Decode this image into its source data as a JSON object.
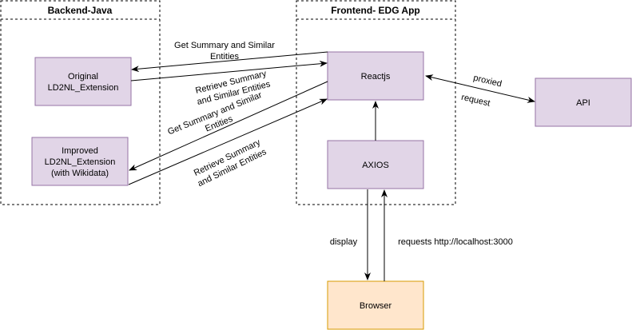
{
  "colors": {
    "box_fill": "#e1d5e7",
    "box_stroke": "#9673a6",
    "browser_fill": "#ffe6cc",
    "browser_stroke": "#d79b00",
    "container_stroke": "#000000"
  },
  "containers": {
    "backend_title": "Backend-Java",
    "frontend_title": "Frontend- EDG App"
  },
  "boxes": {
    "original_line1": "Original",
    "original_line2": "LD2NL_Extension",
    "improved_line1": "Improved",
    "improved_line2": "LD2NL_Extension",
    "improved_line3": "(with Wikidata)",
    "reactjs": "Reactjs",
    "axios": "AXIOS",
    "api": "API",
    "browser": "Browser"
  },
  "edges": {
    "get_summary_1_line1": "Get Summary and Similar",
    "get_summary_1_line2": "Entities",
    "retrieve_1_line1": "Retrieve Summary",
    "retrieve_1_line2": "and Similar Entities",
    "get_summary_2_line1": "Get Summary and Similar",
    "get_summary_2_line2": "Entities",
    "retrieve_2_line1": "Retrieve Summary",
    "retrieve_2_line2": "and Similar Entities",
    "proxied_line1": "proxied",
    "proxied_line2": "request",
    "display": "display",
    "requests": "requests http://localhost:3000"
  }
}
